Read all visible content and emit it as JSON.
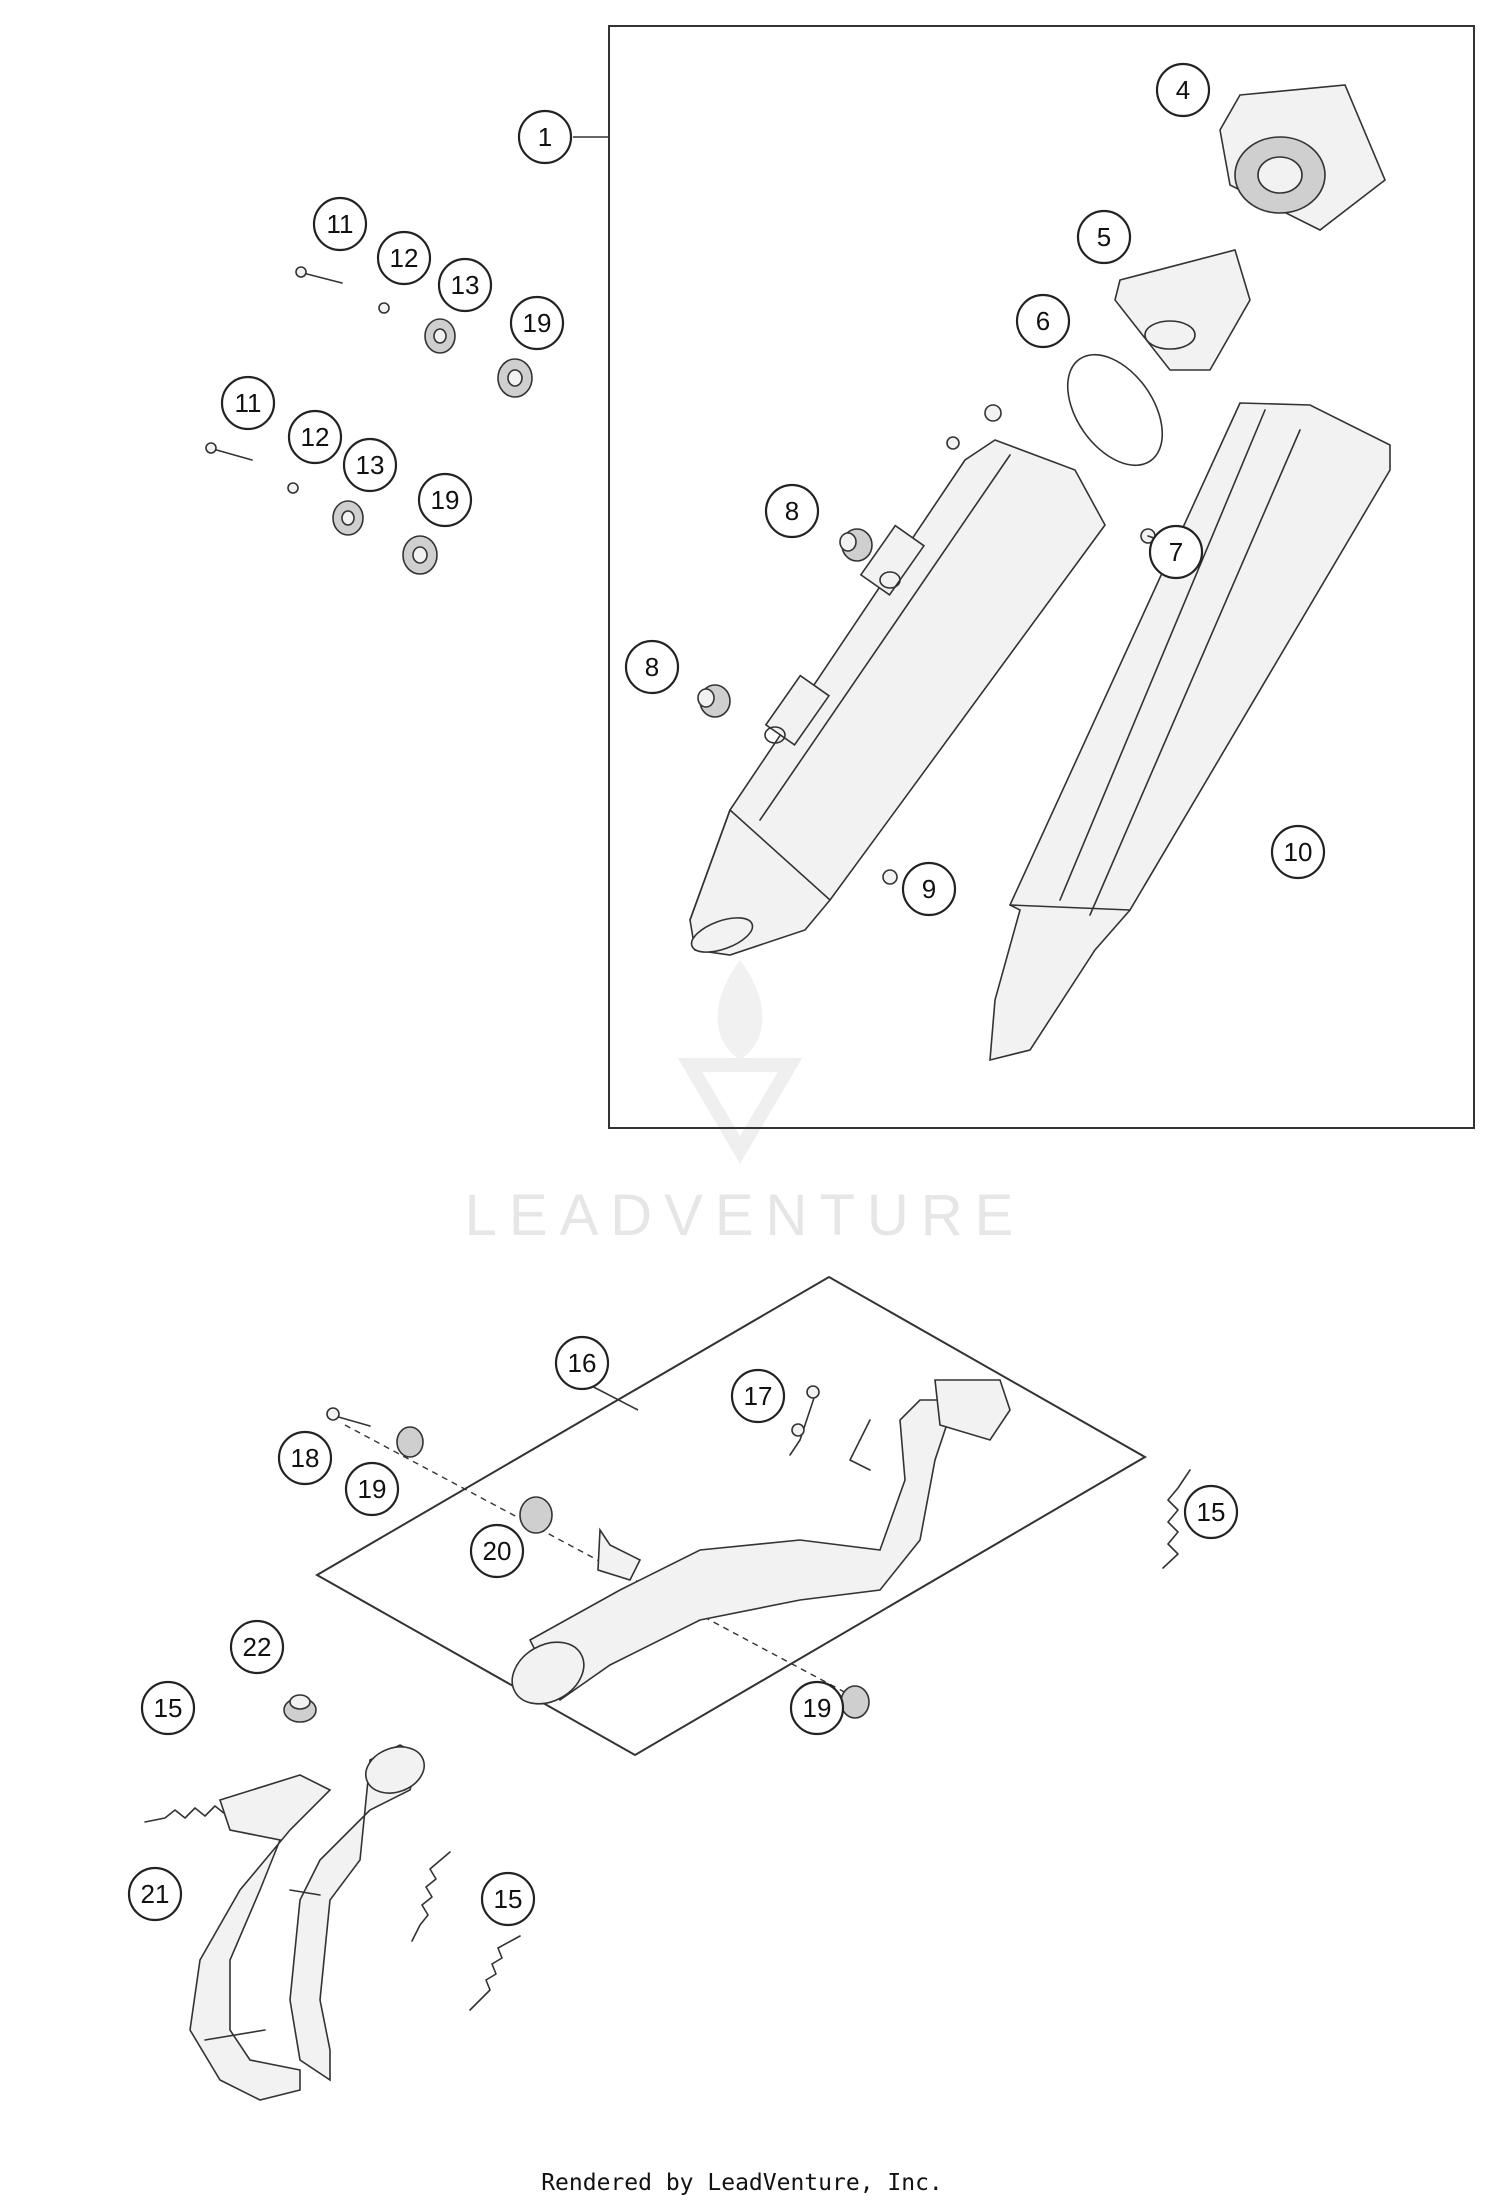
{
  "watermark": {
    "brand": "LEADVENTURE"
  },
  "footer": {
    "text": "Rendered by LeadVenture, Inc."
  },
  "callouts": {
    "c1": "1",
    "c4": "4",
    "c5": "5",
    "c6": "6",
    "c7": "7",
    "c8a": "8",
    "c8b": "8",
    "c9": "9",
    "c10": "10",
    "c11a": "11",
    "c12a": "12",
    "c13a": "13",
    "c19a": "19",
    "c11b": "11",
    "c12b": "12",
    "c13b": "13",
    "c19b": "19",
    "c16": "16",
    "c17": "17",
    "c15a": "15",
    "c18": "18",
    "c19c": "19",
    "c20": "20",
    "c19d": "19",
    "c22": "22",
    "c15b": "15",
    "c21": "21",
    "c15c": "15"
  }
}
